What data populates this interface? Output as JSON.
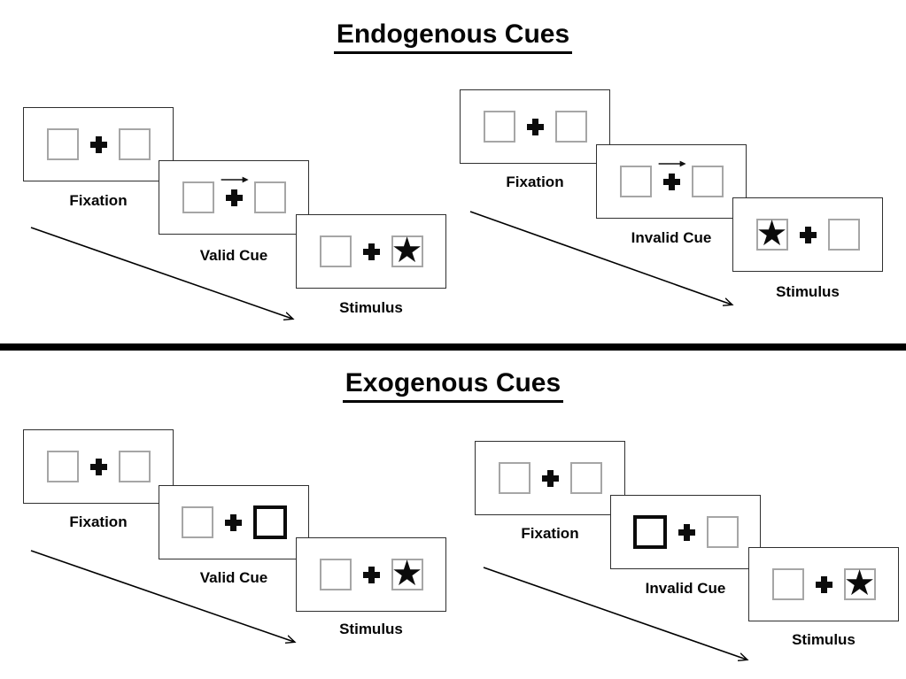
{
  "page": {
    "background": "#ffffff"
  },
  "colors": {
    "panel_border": "#2f2f2f",
    "square_border": "#a6a6a6",
    "cue_square_border": "#0b0b0b",
    "divider": "#000000",
    "text": "#000000"
  },
  "icons": {
    "star-icon": "★",
    "plus-icon": "cross-shape",
    "cue-arrow-icon": "right-arrow",
    "timeline-arrow-icon": "diagonal-down-right-arrow"
  },
  "sections": [
    {
      "title": "Endogenous Cues",
      "cue_style": "central-arrow",
      "sequences": [
        {
          "type": "valid",
          "panels": [
            {
              "label": "Fixation"
            },
            {
              "label": "Valid Cue",
              "cue_arrow_direction": "right"
            },
            {
              "label": "Stimulus",
              "star_position": "right"
            }
          ]
        },
        {
          "type": "invalid",
          "panels": [
            {
              "label": "Fixation"
            },
            {
              "label": "Invalid Cue",
              "cue_arrow_direction": "right"
            },
            {
              "label": "Stimulus",
              "star_position": "left"
            }
          ]
        }
      ]
    },
    {
      "title": "Exogenous Cues",
      "cue_style": "highlighted-box",
      "sequences": [
        {
          "type": "valid",
          "panels": [
            {
              "label": "Fixation"
            },
            {
              "label": "Valid Cue",
              "highlighted_square": "right"
            },
            {
              "label": "Stimulus",
              "star_position": "right"
            }
          ]
        },
        {
          "type": "invalid",
          "panels": [
            {
              "label": "Fixation"
            },
            {
              "label": "Invalid Cue",
              "highlighted_square": "left"
            },
            {
              "label": "Stimulus",
              "star_position": "right"
            }
          ]
        }
      ]
    }
  ]
}
